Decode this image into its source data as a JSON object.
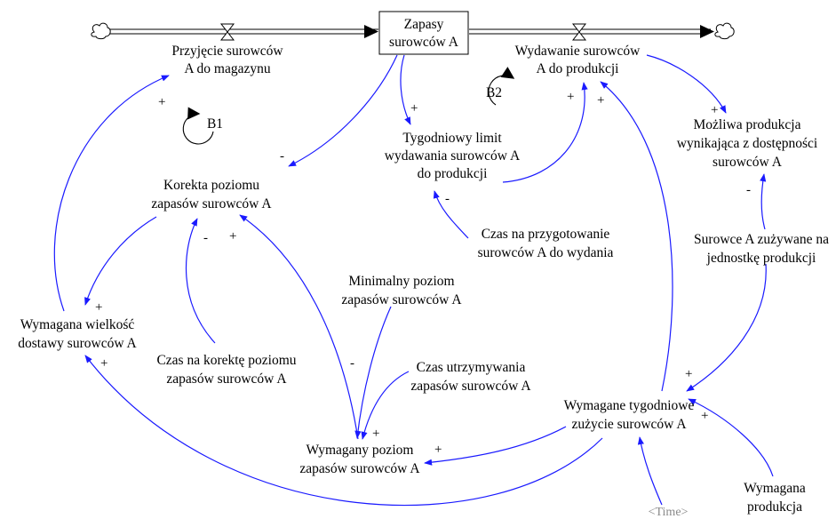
{
  "stock": {
    "line1": "Zapasy",
    "line2": "surowców A"
  },
  "variables": {
    "inflow": {
      "line1": "Przyjęcie surowców",
      "line2": "A do magazynu"
    },
    "outflow": {
      "line1": "Wydawanie surowców",
      "line2": "A do produkcji"
    },
    "korekta": {
      "line1": "Korekta poziomu",
      "line2": "zapasów surowców A"
    },
    "limit": {
      "line1": "Tygodniowy limit",
      "line2": "wydawania surowców A",
      "line3": "do produkcji"
    },
    "mozliwa": {
      "line1": "Możliwa produkcja",
      "line2": "wynikająca z dostępności",
      "line3": "surowców A"
    },
    "czas_przyg": {
      "line1": "Czas na przygotowanie",
      "line2": "surowców A do wydania"
    },
    "surowce_zuz": {
      "line1": "Surowce A zużywane na",
      "line2": "jednostkę produkcji"
    },
    "min_poziom": {
      "line1": "Minimalny poziom",
      "line2": "zapasów surowców A"
    },
    "wymagana_wielkosc": {
      "line1": "Wymagana wielkość",
      "line2": "dostawy surowców A"
    },
    "czas_korekta": {
      "line1": "Czas na korektę poziomu",
      "line2": "zapasów surowców A"
    },
    "czas_utrz": {
      "line1": "Czas utrzymywania",
      "line2": "zapasów surowców A"
    },
    "wymagane_tyg": {
      "line1": "Wymagane tygodniowe",
      "line2": "zużycie surowców A"
    },
    "wymagany_poziom": {
      "line1": "Wymagany poziom",
      "line2": "zapasów surowców A"
    },
    "wymagana_prod": {
      "line1": "Wymagana",
      "line2": "produkcja"
    },
    "time": "<Time>"
  },
  "loops": {
    "b1": "B1",
    "b2": "B2"
  },
  "polarity": {
    "plus": "+",
    "minus": "-"
  },
  "colors": {
    "link": "#1a1aff",
    "pipe": "#000000",
    "time_label": "#8a8a8a"
  }
}
